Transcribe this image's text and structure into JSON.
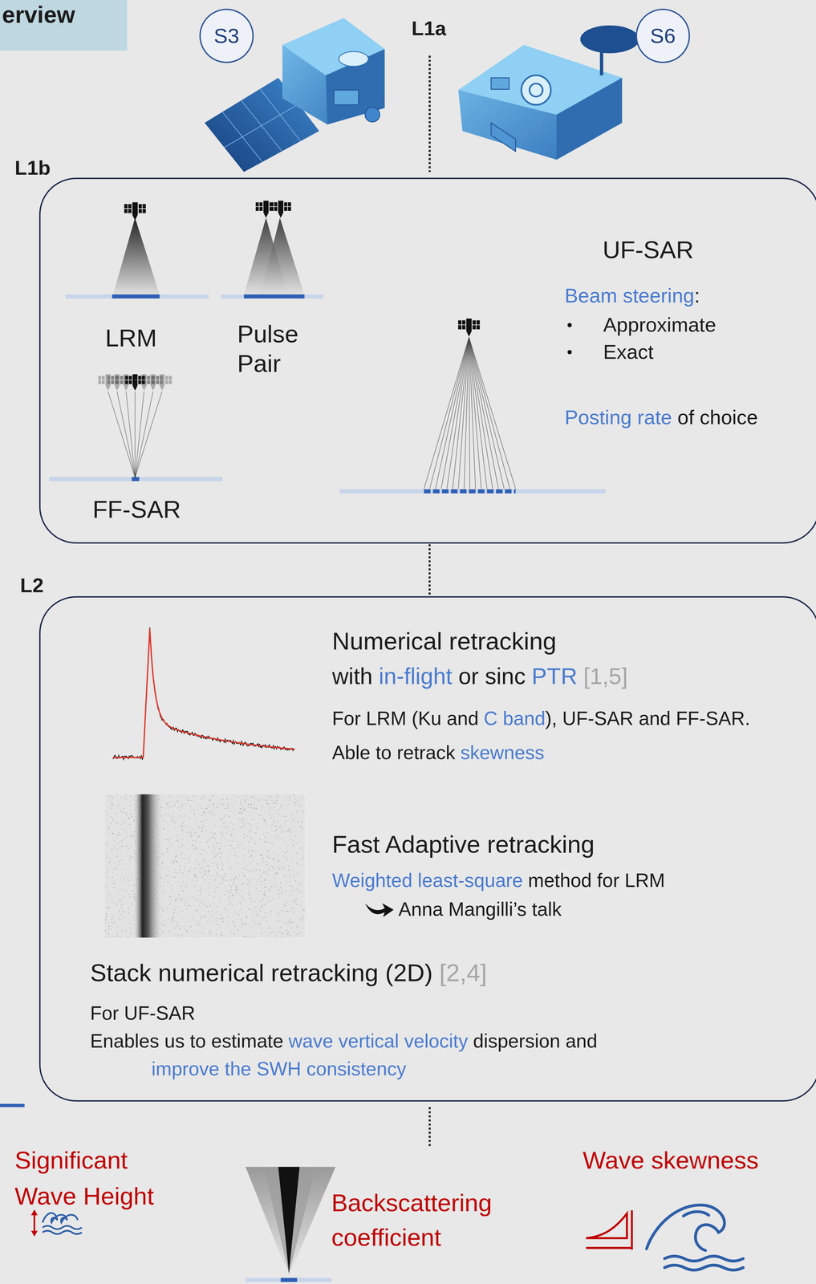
{
  "diagram": {
    "nodes": [
      {
        "text": [
          "erview"
        ]
      },
      {
        "text": [
          "S3"
        ]
      },
      {
        "text": [
          "S6"
        ]
      },
      {
        "text": [
          "L1b",
          "LRM",
          "Pulse Pair",
          "FF-SAR",
          "UF-SAR",
          "Beam steering",
          ":",
          "Approximate",
          "Exact",
          "Posting rate",
          "of choice"
        ]
      },
      {
        "text": [
          "L2",
          "Numerical retracking",
          "with",
          "in-flight",
          "or sinc",
          "PTR",
          "[1,5]",
          "For LRM (Ku and",
          "C band",
          "), UF-SAR and FF-SAR.",
          "Able to retrack",
          "skewness",
          "Fast Adaptive retracking",
          "Weighted least-square",
          "method for LRM",
          "Anna Mangilli’s talk",
          "Stack numerical retracking (2D)",
          "[2,4]",
          "For UF-SAR",
          "Enables us to estimate",
          "wave vertical velocity",
          "dispersion and",
          "improve the SWH consistency"
        ]
      }
    ],
    "edges": [
      {
        "from": 3,
        "to": 4,
        "arrow": "none"
      }
    ],
    "labels": [
      "L1a",
      "Significant Wave Height",
      "Backscattering coefficient",
      "Wave skewness"
    ]
  }
}
